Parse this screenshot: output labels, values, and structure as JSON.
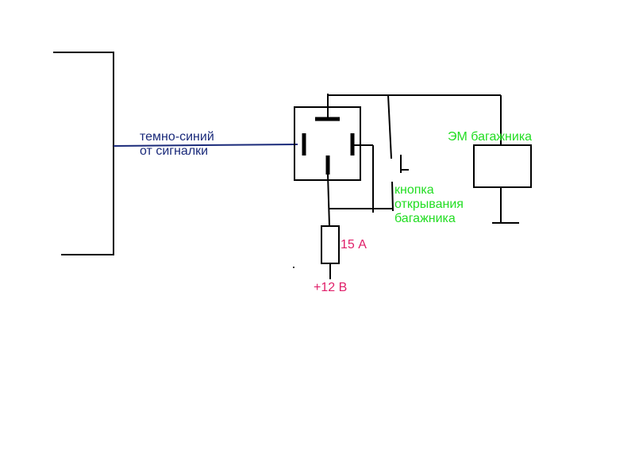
{
  "labels": {
    "wire": [
      "темно-синий",
      "от сигналки"
    ],
    "coil": "ЭМ багажника",
    "button": [
      "кнопка",
      "открывания",
      "багажника"
    ],
    "fuse": "15 А",
    "power": "+12 В"
  },
  "colors": {
    "line": "#000000",
    "wire": "#1a2a7a",
    "label_wire": "#1a2a7a",
    "label_green": "#22dd22",
    "label_magenta": "#e0206a"
  }
}
